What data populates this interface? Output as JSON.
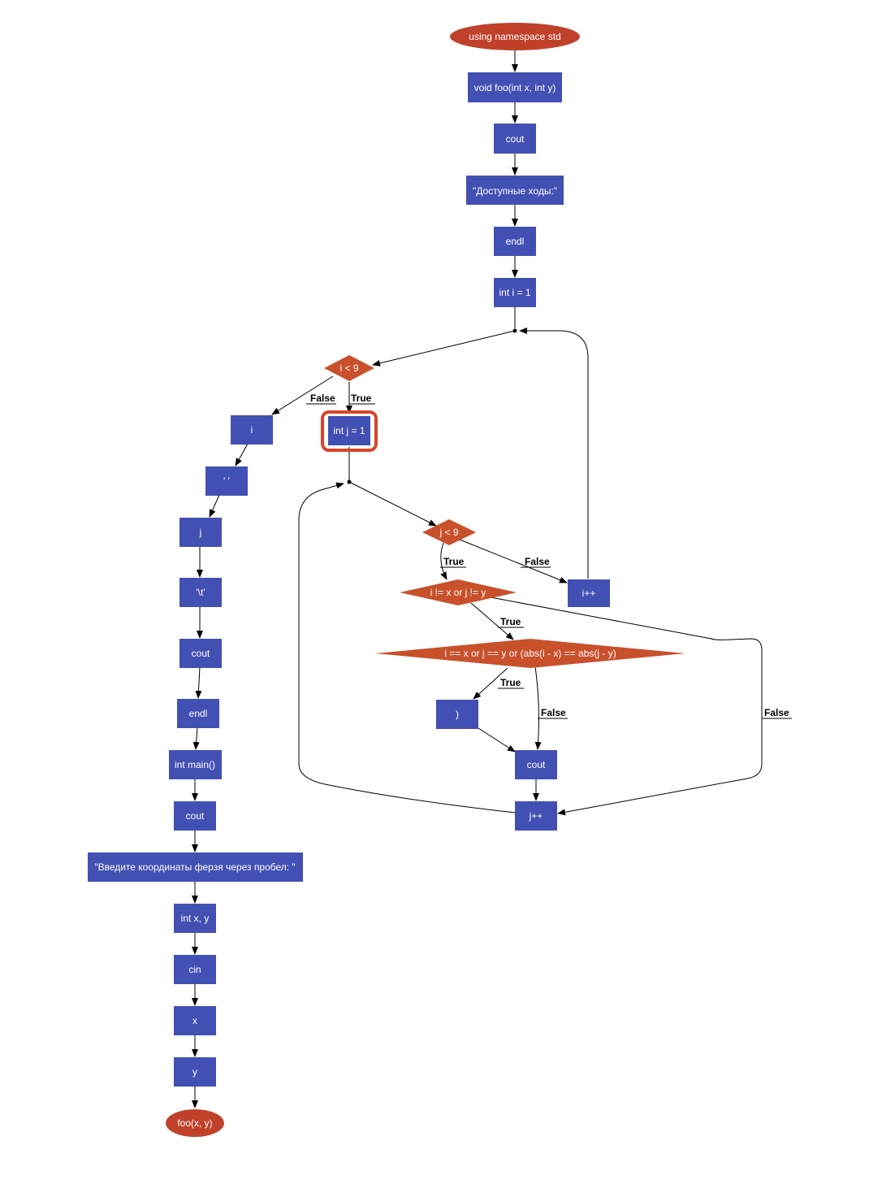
{
  "colors": {
    "process": "#4350b3",
    "decision": "#c8512c",
    "terminal": "#c0412a",
    "highlight": "#d9442a",
    "edge": "#000000"
  },
  "nodes": {
    "start": "using namespace std",
    "foo_decl": "void foo(int x, int y)",
    "cout1": "cout",
    "moves_str": "\"Доступные ходы:\"",
    "endl1": "endl",
    "int_i": "int i = 1",
    "cond_i": "i < 9",
    "print_i": "i",
    "space_str": "' '",
    "print_j": "j",
    "tab_str": "'\\t'",
    "cout2": "cout",
    "endl2": "endl",
    "main_decl": "int main()",
    "cout3": "cout",
    "prompt_str": "\"Введите координаты ферзя через пробел: \"",
    "int_xy": "int x, y",
    "cin": "cin",
    "var_x": "x",
    "var_y": "y",
    "call_foo": "foo(x, y)",
    "int_j": "int j = 1",
    "cond_j": "j < 9",
    "cond_neq": "i != x or j != y",
    "cond_attack": "i == x or j == y or (abs(i - x) == abs(j - y)",
    "paren": ")",
    "cout4": "cout",
    "j_inc": "j++",
    "i_inc": "i++"
  },
  "edge_labels": {
    "false_i": "False",
    "true_i": "True",
    "true_j": "True",
    "false_j": "False",
    "true_neq": "True",
    "false_neq": "False",
    "true_attack": "True",
    "false_attack": "False"
  }
}
